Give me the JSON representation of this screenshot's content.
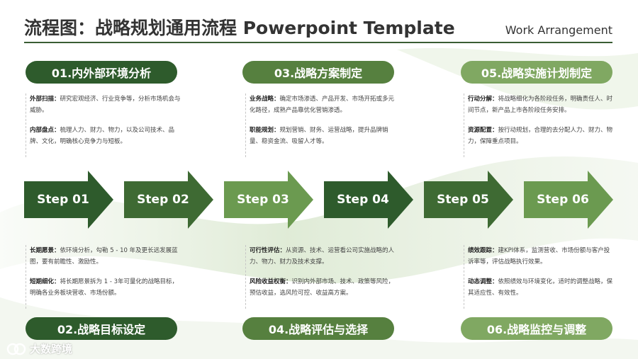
{
  "header": {
    "title": "流程图：战略规划通用流程 Powerpoint Template",
    "subtitle": "Work Arrangement"
  },
  "colors": {
    "dark": "#2e5b2c",
    "mid": "#56803f",
    "light": "#80a862"
  },
  "phases": [
    {
      "label": "01.内外部环境分析"
    },
    {
      "label": "02.战略目标设定"
    },
    {
      "label": "03.战略方案制定"
    },
    {
      "label": "04.战略评估与选择"
    },
    {
      "label": "05.战略实施计划制定"
    },
    {
      "label": "06.战略监控与调整"
    }
  ],
  "steps": [
    "Step 01",
    "Step 02",
    "Step 03",
    "Step 04",
    "Step 05",
    "Step 06"
  ],
  "details": {
    "box1": [
      {
        "key": "外部扫描：",
        "text": "研究宏观经济、行业竞争等，分析市场机会与威胁。"
      },
      {
        "key": "内部盘点：",
        "text": "梳理人力、财力、物力，以及公司技术、品牌、文化，明确核心竞争力与短板。"
      }
    ],
    "box2": [
      {
        "key": "长期愿景：",
        "text": "依环境分析，勾勒 5 - 10 年及更长远发展蓝图，要有前瞻性、激励性。"
      },
      {
        "key": "短期细化：",
        "text": "将长期愿景拆为 1 - 3年可量化的战略目标，明确各业务板块营收、市场份额。"
      }
    ],
    "box3": [
      {
        "key": "业务战略：",
        "text": "确定市场渗透、产品开发、市场开拓或多元化路径，成熟产品靠优化营销渗透。"
      },
      {
        "key": "职能规划：",
        "text": "规划营销、财务、运营战略，提升品牌销量、稳资金流、吸留人才等。"
      }
    ],
    "box4": [
      {
        "key": "可行性评估：",
        "text": "从资源、技术、运营看公司实施战略的人力、物力、财力及技术支撑。"
      },
      {
        "key": "风险收益权衡：",
        "text": "识别内外部市场、技术、政策等风险，预估收益，选风险可控、收益高方案。"
      }
    ],
    "box5": [
      {
        "key": "行动分解：",
        "text": "将战略细化为各阶段任务，明确责任人、时间节点，新产品上市各阶段任务安排。"
      },
      {
        "key": "资源配置：",
        "text": "按行动规划，合理的去分配人力、财力、物力，保障重点项目。"
      }
    ],
    "box6": [
      {
        "key": "绩效跟踪：",
        "text": "建KPI体系，监测营收、市场份额与客户投诉率等，评估战略执行效果。"
      },
      {
        "key": "动态调整：",
        "text": "依照绩效与环境变化，适时的调整战略，保其适应性、有效性。"
      }
    ]
  },
  "watermark": {
    "text": "大数跨境"
  }
}
